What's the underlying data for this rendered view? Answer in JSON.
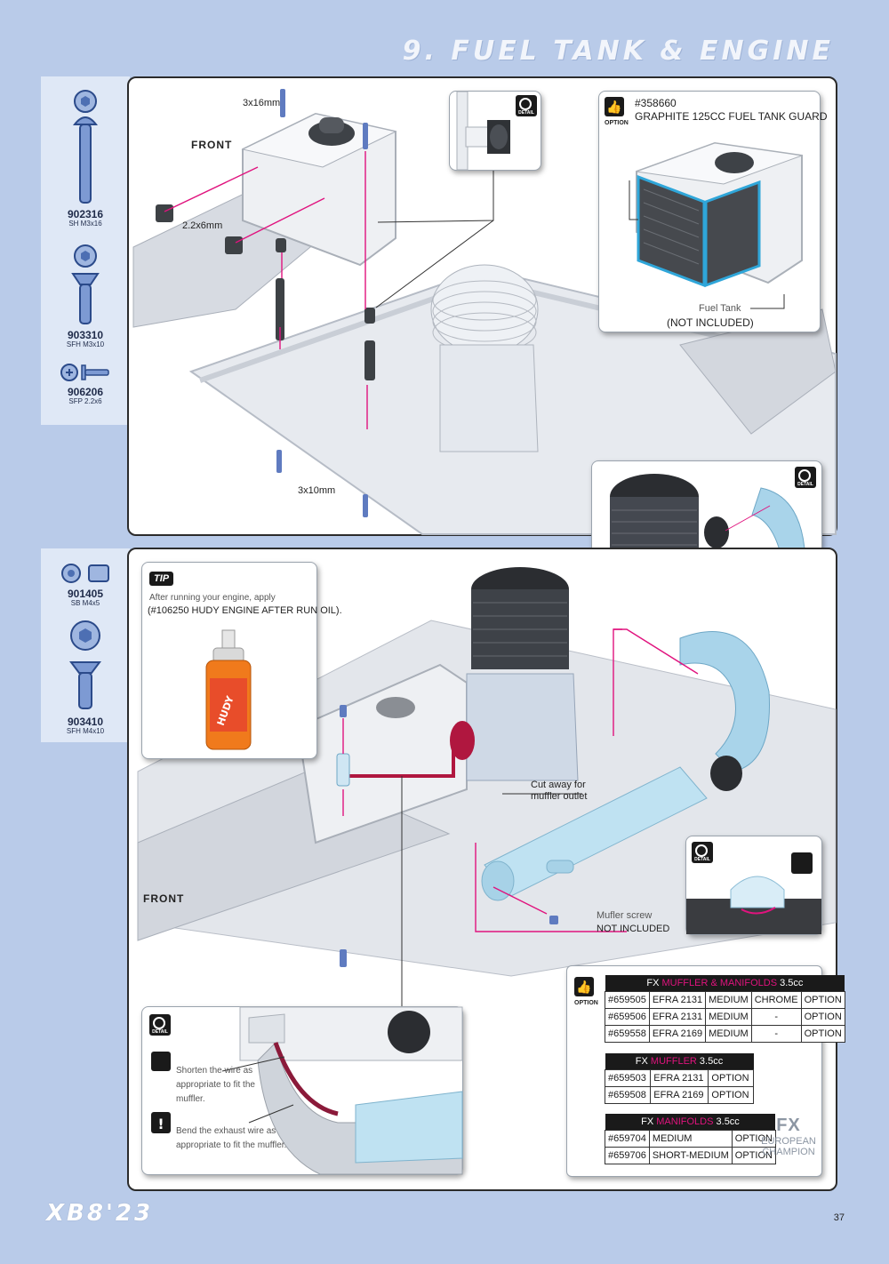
{
  "header": {
    "title": "9. FUEL TANK & ENGINE",
    "page_number": "37",
    "logo": "XB8'23"
  },
  "sidebar1": {
    "parts": [
      {
        "code": "902316",
        "size": "SH M3x16"
      },
      {
        "code": "903310",
        "size": "SFH M3x10"
      },
      {
        "code": "906206",
        "size": "SFP 2.2x6"
      }
    ]
  },
  "sidebar2": {
    "parts": [
      {
        "code": "901405",
        "size": "SB M4x5"
      },
      {
        "code": "903410",
        "size": "SFH M4x10"
      }
    ]
  },
  "step1": {
    "front": "FRONT",
    "screw_top": "3x16mm",
    "screw_side": "2.2x6mm",
    "screw_bottom": "3x10mm",
    "option": {
      "badge": "OPTION",
      "number": "#358660",
      "name": "GRAPHITE 125CC FUEL TANK GUARD",
      "callout": "Fuel Tank",
      "note": "(NOT INCLUDED)"
    }
  },
  "step2": {
    "front": "FRONT",
    "tip": {
      "badge": "TIP",
      "line1": "After running your engine, apply",
      "line2": "(#106250 HUDY ENGINE AFTER RUN OIL)."
    },
    "cut_away_1": "Cut away for",
    "cut_away_2": "muffler outlet",
    "muffler_screw": "Mufler screw",
    "not_included": "NOT INCLUDED",
    "detail_wire": {
      "shorten_1": "Shorten the wire as",
      "shorten_2": "appropriate to fit the",
      "shorten_3": "muffler.",
      "bend_1": "Bend the exhaust wire as",
      "bend_2": "appropriate to fit the muffler."
    },
    "option_badge": "OPTION",
    "table1": {
      "title_a": "FX",
      "title_b": "MUFFLER & MANIFOLDS",
      "title_c": "3.5cc",
      "rows": [
        [
          "#659505",
          "EFRA 2131",
          "MEDIUM",
          "CHROME",
          "OPTION"
        ],
        [
          "#659506",
          "EFRA 2131",
          "MEDIUM",
          "-",
          "OPTION"
        ],
        [
          "#659558",
          "EFRA 2169",
          "MEDIUM",
          "-",
          "OPTION"
        ]
      ]
    },
    "table2": {
      "title_a": "FX",
      "title_b": "MUFFLER",
      "title_c": "3.5cc",
      "rows": [
        [
          "#659503",
          "EFRA 2131",
          "OPTION"
        ],
        [
          "#659508",
          "EFRA 2169",
          "OPTION"
        ]
      ]
    },
    "table3": {
      "title_a": "FX",
      "title_b": "MANIFOLDS",
      "title_c": "3.5cc",
      "rows": [
        [
          "#659704",
          "MEDIUM",
          "OPTION"
        ],
        [
          "#659706",
          "SHORT-MEDIUM",
          "OPTION"
        ]
      ]
    },
    "fx_logo": {
      "mark": "FX",
      "line1": "EUROPEAN",
      "line2": "CHAMPION"
    }
  }
}
